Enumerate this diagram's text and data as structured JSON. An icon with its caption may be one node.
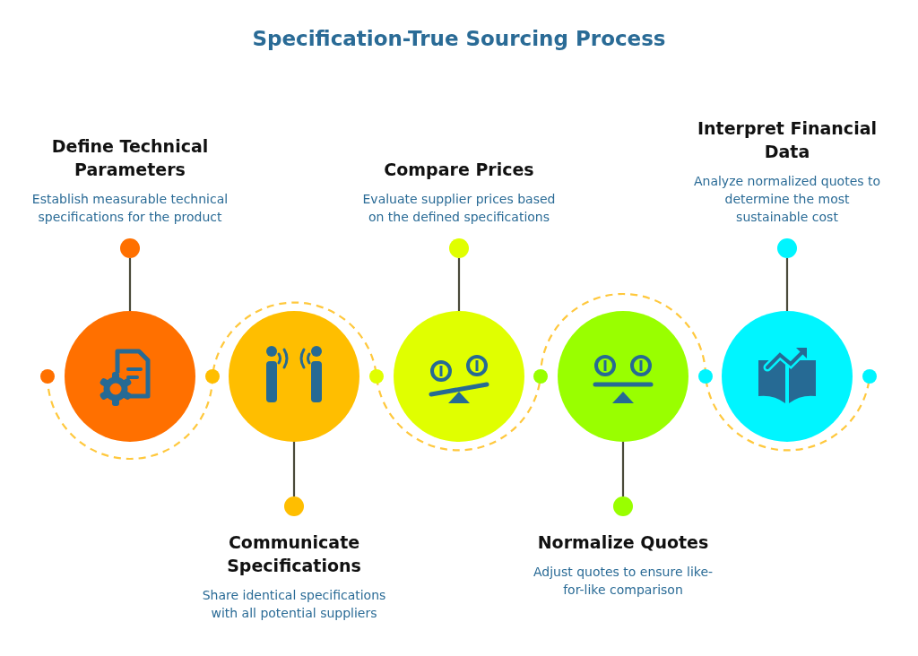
{
  "diagram": {
    "title": "Specification-True Sourcing Process",
    "nodes": [
      {
        "text": [],
        "shape": "circle"
      },
      {
        "text": [],
        "shape": "circle"
      },
      {
        "text": [],
        "shape": "circle"
      },
      {
        "text": [],
        "shape": "circle"
      },
      {
        "text": [],
        "shape": "circle"
      },
      {
        "text": [],
        "shape": "circle",
        "beside": [
          "Define Technical Parameters",
          "Establish measurable technical specifications for the product"
        ]
      },
      {
        "text": [],
        "shape": "circle",
        "beside": [
          "Communicate Specifications",
          "Share identical specifications with all potential suppliers"
        ]
      },
      {
        "text": [],
        "shape": "circle",
        "beside": [
          "Compare Prices",
          "Evaluate supplier prices based on the defined specifications"
        ]
      },
      {
        "text": [],
        "shape": "circle",
        "beside": [
          "Normalize Quotes",
          "Adjust quotes to ensure like-for-like comparison"
        ]
      },
      {
        "text": [],
        "shape": "circle",
        "beside": [
          "Interpret Financial Data",
          "Analyze normalized quotes to determine the most sustainable cost"
        ]
      }
    ],
    "edges": [
      {
        "from": 0,
        "to": 5,
        "arrow": "none"
      },
      {
        "from": 1,
        "to": 6,
        "arrow": "none"
      },
      {
        "from": 2,
        "to": 7,
        "arrow": "none"
      },
      {
        "from": 3,
        "to": 8,
        "arrow": "none"
      },
      {
        "from": 4,
        "to": 9,
        "arrow": "none"
      }
    ]
  }
}
